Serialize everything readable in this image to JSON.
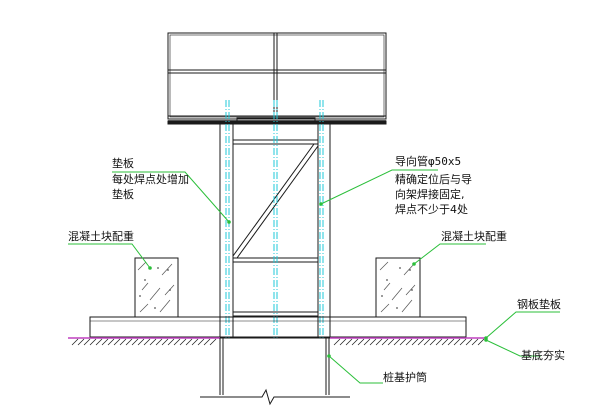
{
  "labels": {
    "pad_plate_title": "垫板",
    "pad_plate_note_1": "每处焊点处增加",
    "pad_plate_note_2": "垫板",
    "guide_pipe_title": "导向管φ50x5",
    "guide_pipe_note_1": "精确定位后与导",
    "guide_pipe_note_2": "向架焊接固定,",
    "guide_pipe_note_3": "焊点不少于4处",
    "concrete_left": "混凝土块配重",
    "concrete_right": "混凝土块配重",
    "steel_pad": "钢板垫板",
    "foundation": "基底夯实",
    "pile_casing": "桩基护筒"
  },
  "colors": {
    "line": "#1a1a1a",
    "leader": "#2bbf3a",
    "guide_pipe": "#20c8d8",
    "ground": "#c040c0"
  }
}
